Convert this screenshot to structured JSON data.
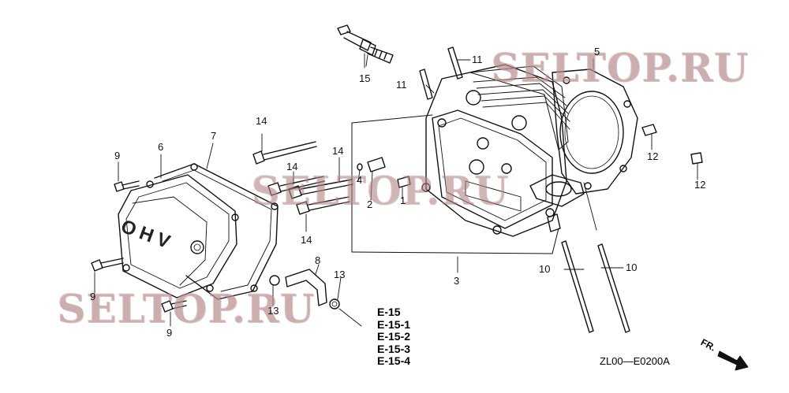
{
  "watermarks": [
    "SELTOP.RU",
    "SELTOP.RU",
    "SELTOP.RU"
  ],
  "callouts": {
    "c1": "1",
    "c2": "2",
    "c3": "3",
    "c4": "4",
    "c5": "5",
    "c6": "6",
    "c7": "7",
    "c8": "8",
    "c9a": "9",
    "c9b": "9",
    "c9c": "9",
    "c10a": "10",
    "c10b": "10",
    "c11a": "11",
    "c11b": "11",
    "c12a": "12",
    "c12b": "12",
    "c13a": "13",
    "c13b": "13",
    "c14a": "14",
    "c14b": "14",
    "c14c": "14",
    "c14d": "14",
    "c15": "15"
  },
  "cover_embossing": "OHV",
  "reference_pages": [
    "E-15",
    "E-15-1",
    "E-15-2",
    "E-15-3",
    "E-15-4"
  ],
  "diagram_code": "ZL00—E0200A",
  "direction_label": "FR."
}
